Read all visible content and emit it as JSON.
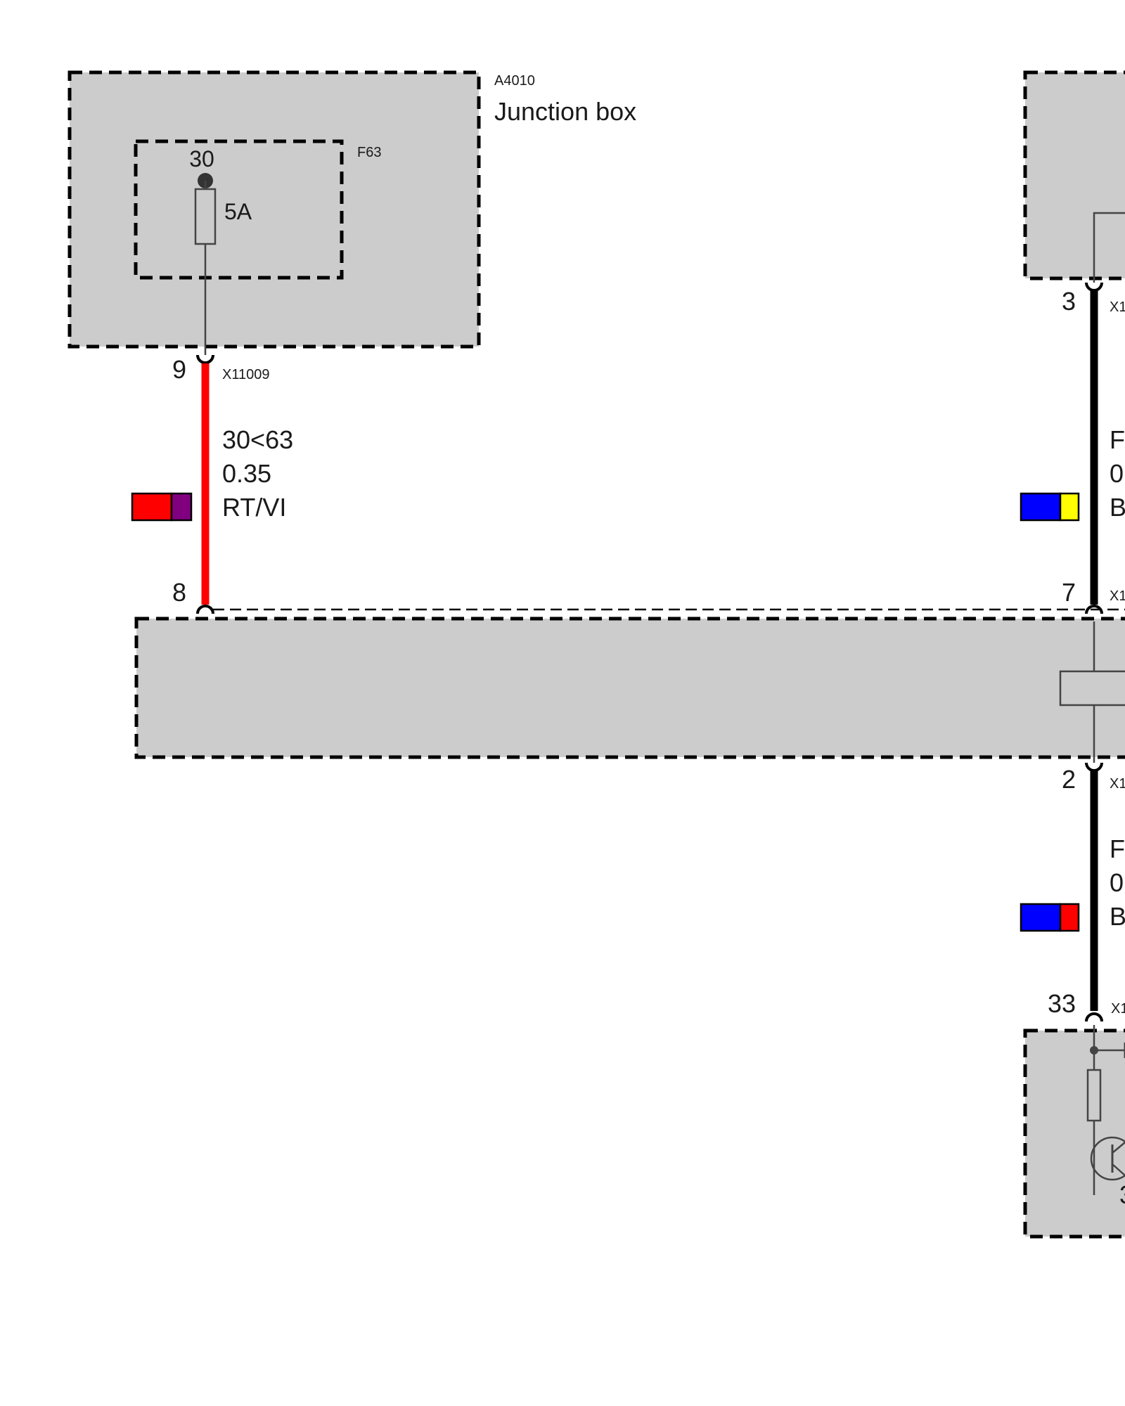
{
  "junction_box": {
    "ref": "A4010",
    "title": "Junction box"
  },
  "fuse": {
    "ref": "F63",
    "terminal": "30",
    "rating": "5A"
  },
  "left_wire": {
    "top_pin": "9",
    "connector": "X11009",
    "circuit": "30<63",
    "size": "0.35",
    "color_code": "RT/VI",
    "bottom_pin": "8",
    "wire_color": "#ff0000",
    "swatch_colors": [
      "#ff0000",
      "#800080"
    ]
  },
  "right_upper_wire": {
    "top_pin": "3",
    "connector": "X1",
    "circuit": "F",
    "size": "0",
    "color_code": "B",
    "bottom_pin": "7",
    "bottom_connector": "X1",
    "wire_color": "#000000",
    "swatch_colors": [
      "#0000ff",
      "#ffff00"
    ]
  },
  "right_lower_wire": {
    "top_pin": "2",
    "connector": "X1",
    "circuit": "F",
    "size": "0",
    "color_code": "B",
    "bottom_pin": "33",
    "bottom_connector": "X1",
    "wire_color": "#000000",
    "swatch_colors": [
      "#0000ff",
      "#ff0000"
    ]
  },
  "module_bottom": {
    "partial_label": "3"
  },
  "colors": {
    "module_fill": "#cccccc",
    "border": "#000000",
    "component_line": "#444444"
  }
}
